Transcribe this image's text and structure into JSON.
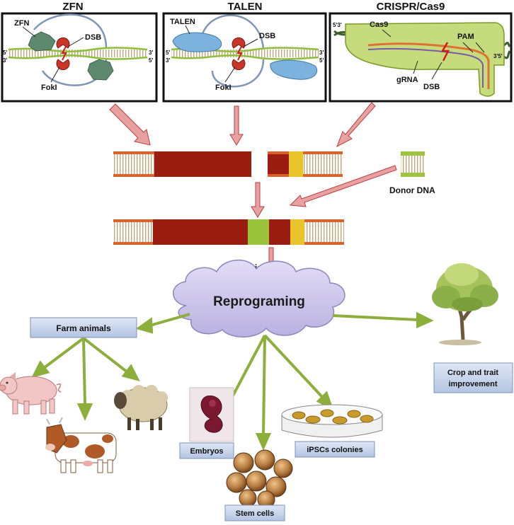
{
  "titles": {
    "zfn": "ZFN",
    "talen": "TALEN",
    "crispr": "CRISPR/Cas9"
  },
  "panel_zfn": {
    "enzyme": "ZFN",
    "dsb": "DSB",
    "fokl": "FokI",
    "end_tl": "5'",
    "end_bl": "3'",
    "end_tr": "3'",
    "end_br": "5'"
  },
  "panel_talen": {
    "enzyme": "TALEN",
    "dsb": "DSB",
    "fokl": "FokI",
    "end_tl": "5'",
    "end_bl": "3'",
    "end_tr": "3'",
    "end_br": "5'"
  },
  "panel_crispr": {
    "cas9": "Cas9",
    "pam": "PAM",
    "grna": "gRNA",
    "dsb": "DSB",
    "end_left": "5'3'",
    "end_right": "3'5'"
  },
  "labels": {
    "donor_dna": "Donor DNA",
    "repair": "Repair",
    "reprograming": "Reprograming",
    "farm_animals": "Farm animals",
    "crop_line1": "Crop and trait",
    "crop_line2": "improvement",
    "embryos": "Embryos",
    "ipscs": "iPSCs colonies",
    "stem_cells": "Stem cells"
  },
  "colors": {
    "dna_red": "#9b1c10",
    "dna_orange": "#d9642a",
    "dna_green": "#9bc43c",
    "dna_yellow": "#e8c42a",
    "arrow_pink": "#e8a0a0",
    "arrow_pink_stroke": "#b84040",
    "arrow_green": "#8caf3c",
    "cloud": "#c9c3e8",
    "label_box": "#c5d3ea"
  }
}
